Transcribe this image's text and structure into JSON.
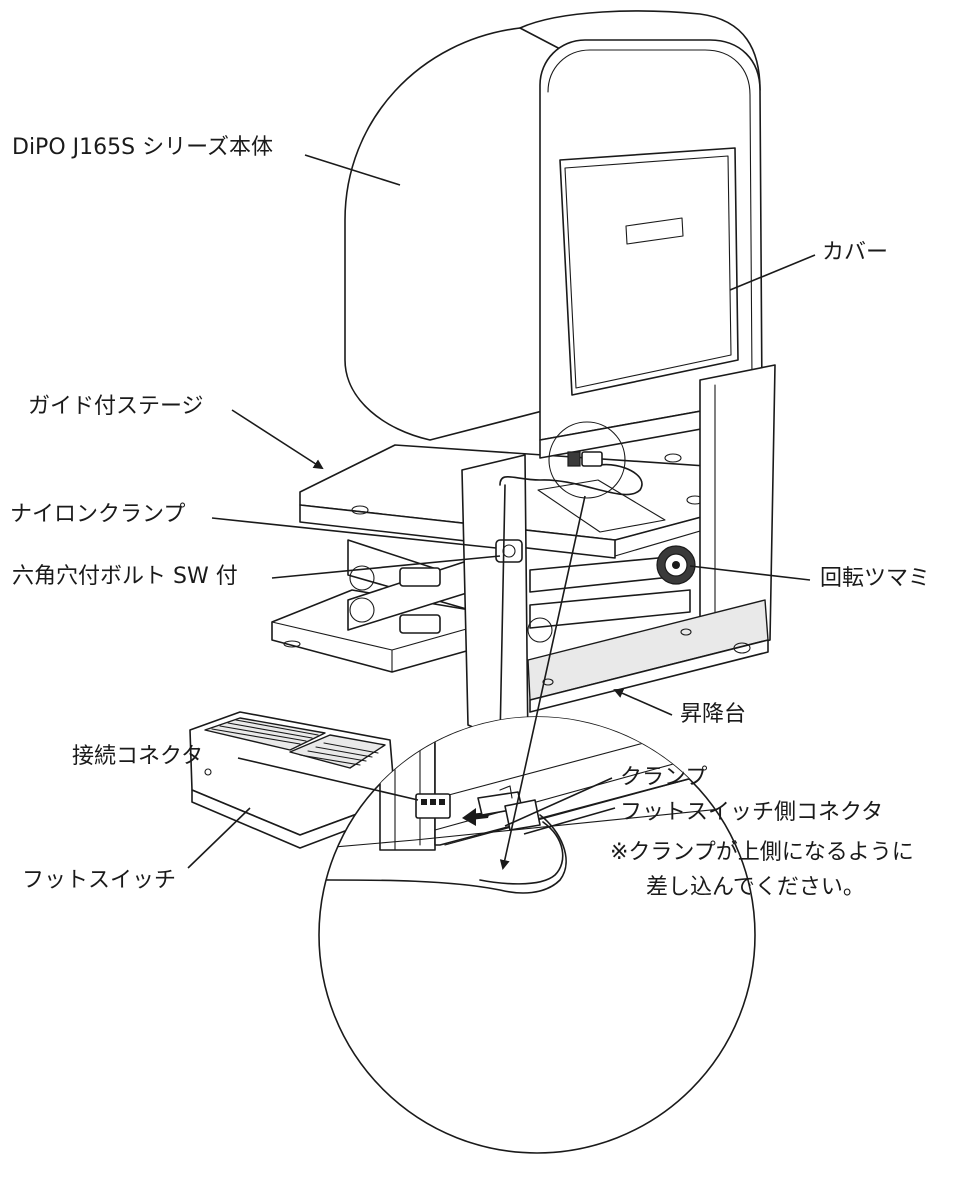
{
  "labels": {
    "main_unit": "DiPO J165S シリーズ本体",
    "cover": "カバー",
    "guided_stage": "ガイド付ステージ",
    "nylon_clamp": "ナイロンクランプ",
    "hex_bolt": "六角穴付ボルト SW 付",
    "rotary_knob": "回転ツマミ",
    "lift_table": "昇降台",
    "foot_switch": "フットスイッチ",
    "connection_connector": "接続コネクタ",
    "clamp": "クランプ",
    "foot_switch_connector": "フットスイッチ側コネクタ",
    "note_line1": "※クランプが上側になるように",
    "note_line2": "差し込んでください。"
  },
  "colors": {
    "ink": "#1a1a1a",
    "background": "#ffffff",
    "shade": "#e9e9e9"
  }
}
